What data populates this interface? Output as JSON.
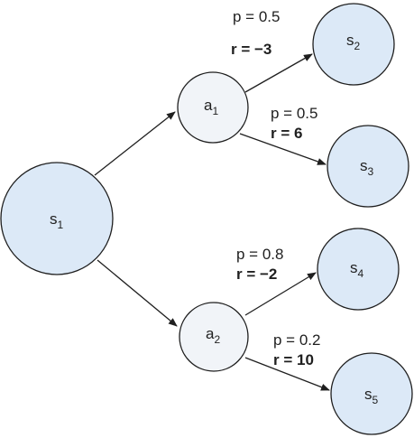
{
  "nodes": {
    "s1": {
      "base": "s",
      "sub": "1",
      "kind": "state"
    },
    "a1": {
      "base": "a",
      "sub": "1",
      "kind": "action"
    },
    "a2": {
      "base": "a",
      "sub": "2",
      "kind": "action"
    },
    "s2": {
      "base": "s",
      "sub": "2",
      "kind": "state"
    },
    "s3": {
      "base": "s",
      "sub": "3",
      "kind": "state"
    },
    "s4": {
      "base": "s",
      "sub": "4",
      "kind": "state"
    },
    "s5": {
      "base": "s",
      "sub": "5",
      "kind": "state"
    }
  },
  "edges": [
    {
      "from": "s1",
      "to": "a1"
    },
    {
      "from": "s1",
      "to": "a2"
    },
    {
      "from": "a1",
      "to": "s2",
      "p": "p = 0.5",
      "r": "r = −3"
    },
    {
      "from": "a1",
      "to": "s3",
      "p": "p = 0.5",
      "r": "r = 6"
    },
    {
      "from": "a2",
      "to": "s4",
      "p": "p = 0.8",
      "r": "r = −2"
    },
    {
      "from": "a2",
      "to": "s5",
      "p": "p = 0.2",
      "r": "r = 10"
    }
  ],
  "colors": {
    "state_fill": "#dce9f7",
    "action_fill": "#f1f4f8",
    "stroke": "#1f1f1f"
  }
}
